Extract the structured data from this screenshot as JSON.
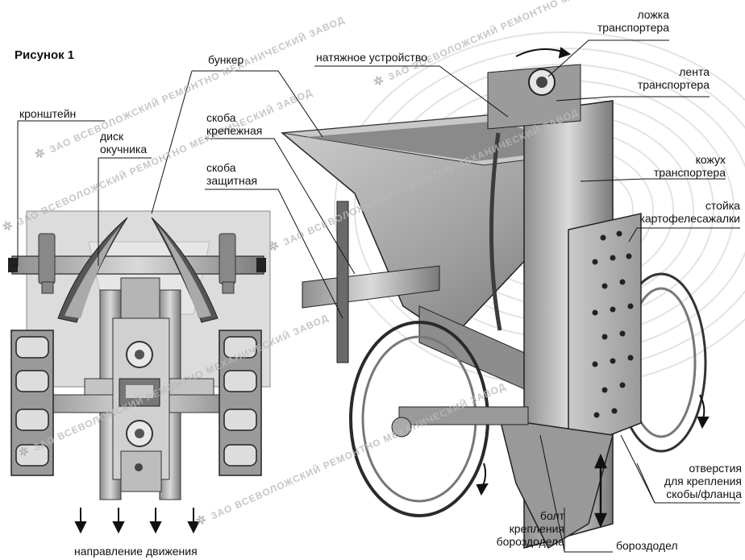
{
  "figure_label": "Рисунок 1",
  "watermark_text": "ЗАО ВСЕВОЛОЖСКИЙ РЕМОНТНО МЕХАНИЧЕСКИЙ ЗАВОД",
  "watermark_icon": "fan-logo-icon",
  "labels": {
    "kronshtein": "кронштейн",
    "disk_1": "диск",
    "disk_2": "окучника",
    "bunker": "бункер",
    "skoba_krep_1": "скоба",
    "skoba_krep_2": "крепежная",
    "skoba_zasch_1": "скоба",
    "skoba_zasch_2": "защитная",
    "natyazhnoe": "натяжное устройство",
    "lozhka_1": "ложка",
    "lozhka_2": "транспортера",
    "lenta_1": "лента",
    "lenta_2": "транспортера",
    "kozhukh_1": "кожух",
    "kozhukh_2": "транспортера",
    "stoika_1": "стойка",
    "stoika_2": "картофелесажалки",
    "otverstia_1": "отверстия",
    "otverstia_2": "для крепления",
    "otverstia_3": "скобы/фланца",
    "bolt_1": "болт",
    "bolt_2": "крепления",
    "bolt_3": "бороздодела",
    "borozdodel": "бороздодел",
    "napravlenie": "направление движения"
  },
  "colors": {
    "metal_light": "#d4d4d4",
    "metal_mid": "#a8a8a8",
    "metal_dark": "#555555",
    "outline": "#222222",
    "leader_line": "#111111",
    "watermark": "#b9b9b9",
    "background_rings": "#e6e6e6"
  }
}
